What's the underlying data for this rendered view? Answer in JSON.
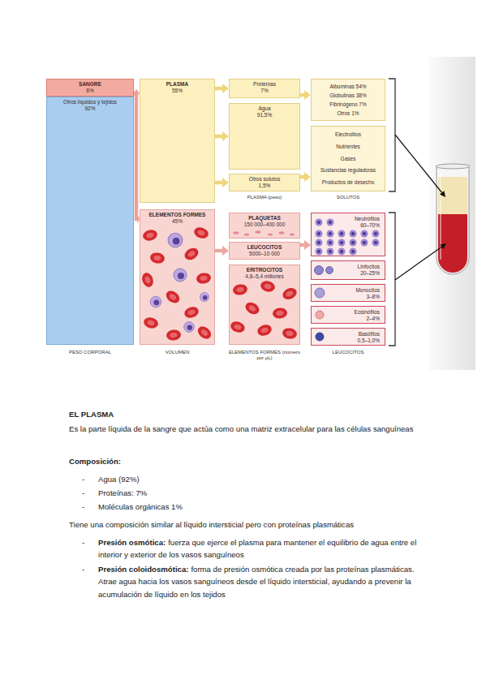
{
  "diagram": {
    "nodes": [
      {
        "text": [
          "SANGRE",
          "8%"
        ]
      },
      {
        "text": [
          "Otros líquidos y tejidos",
          "92%"
        ]
      },
      {
        "text": [
          "PLASMA",
          "55%"
        ]
      },
      {
        "text": [
          "ELEMENTOS FORMES",
          "45%"
        ]
      },
      {
        "text": [
          "Proteínas",
          "7%"
        ]
      },
      {
        "text": [
          "Agua",
          "91,5%"
        ]
      },
      {
        "text": [
          "Otros solutos",
          "1,5%"
        ]
      },
      {
        "text": [
          "PLAQUETAS",
          "150 000–400 000"
        ]
      },
      {
        "text": [
          "LEUCOCITOS",
          "5000–10 000"
        ]
      },
      {
        "text": [
          "ERITROCITOS",
          "4,8–5,4 millones"
        ]
      },
      {
        "text": [
          "Albúminas 54%",
          "Globulinas 38%",
          "Fibrinógeno 7%",
          "Otros 1%"
        ]
      },
      {
        "text": [
          "Electrolitos",
          "Nutrientes",
          "Gases",
          "Sustancias reguladoras",
          "Productos de desecho"
        ]
      },
      {
        "text": [
          "Neutrófilos",
          "60–70%"
        ]
      },
      {
        "text": [
          "Linfocitos",
          "20–25%"
        ]
      },
      {
        "text": [
          "Monocitos",
          "3–8%"
        ]
      },
      {
        "text": [
          "Eosinófilos",
          "2–4%"
        ]
      },
      {
        "text": [
          "Basófilos",
          "0,5–1,0%"
        ]
      }
    ],
    "edges": [
      {
        "from": 0,
        "to": 2,
        "arrow": "to"
      },
      {
        "from": 0,
        "to": 3,
        "arrow": "to"
      },
      {
        "from": 2,
        "to": 4,
        "arrow": "to"
      },
      {
        "from": 2,
        "to": 5,
        "arrow": "to"
      },
      {
        "from": 2,
        "to": 6,
        "arrow": "to"
      },
      {
        "from": 4,
        "to": 10,
        "arrow": "to"
      },
      {
        "from": 6,
        "to": 11,
        "arrow": "to"
      },
      {
        "from": 3,
        "to": 8,
        "arrow": "to"
      },
      {
        "from": 8,
        "to": 12,
        "arrow": "to"
      }
    ],
    "labels": [
      "PLASMA (peso)",
      "SOLUTOS",
      "PESO CORPORAL",
      "VOLUMEN",
      "ELEMENTOS FORMES (número por µL)",
      "LEUCOCITOS",
      "EL PLASMA",
      "Es la parte líquida de la sangre que actúa como una matriz extracelular para las células sanguíneas",
      "Composición:",
      "-",
      "Agua (92%)",
      "-",
      "Proteínas: 7%",
      "-",
      "Moléculas orgánicas 1%",
      "Tiene una composición similar al líquido intersticial pero con proteínas plasmáticas",
      "-",
      "Presión osmótica:",
      "fuerza que ejerce el plasma para mantener el equilibrio de agua entre el interior y exterior de los vasos sanguíneos",
      "-",
      "Presión coloidosmótica:",
      "forma de presión osmótica creada por las proteínas plasmáticas. Atrae agua hacia los vasos sanguíneos desde el líquido intersticial, ayudando a prevenir la acumulación de líquido en los tejidos"
    ]
  }
}
